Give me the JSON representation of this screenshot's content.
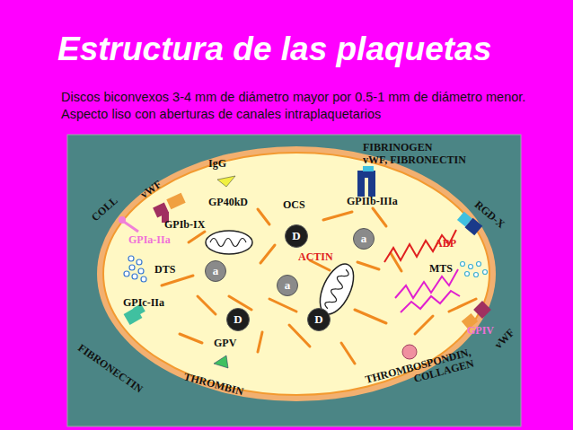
{
  "diagram": {
    "title": "Estructura de las plaquetas",
    "caption": "Discos biconvexos 3-4 mm de diámetro mayor por 0.5-1 mm de diámetro menor. Aspecto liso con aberturas de canales intraplaquetarios",
    "nodes": [
      {
        "text": [
          "D"
        ]
      },
      {
        "text": [
          "a"
        ]
      },
      {
        "text": [
          "a"
        ]
      },
      {
        "text": [
          "a"
        ]
      },
      {
        "text": [
          "D"
        ]
      },
      {
        "text": [
          "D"
        ]
      }
    ],
    "labels": [
      "IgG",
      "vWF",
      "COLL",
      "GP40kD",
      "GPIb-IX",
      "OCS",
      "GPIIb-IIIa",
      "FIBRINOGEN",
      "vWF,  FIBRONECTIN",
      "RGD-X",
      "GPIa-IIa",
      "ABP",
      "DTS",
      "ACTIN",
      "MTS",
      "GPIc-IIa",
      "FIBRONECTIN",
      "GPIV",
      "vWF",
      "GPV",
      "THROMBIN",
      "THROMBOSPONDIN, COLLAGEN"
    ]
  }
}
